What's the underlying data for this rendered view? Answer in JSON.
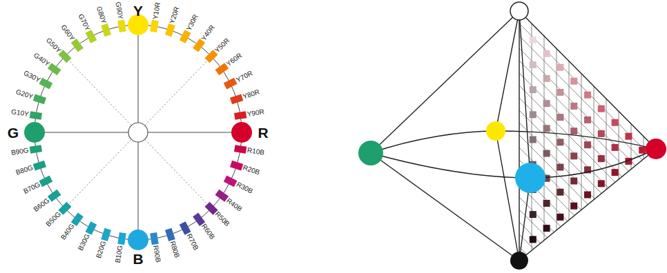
{
  "diagram": {
    "labels": [
      "Y",
      "Y10R",
      "Y20R",
      "Y30R",
      "Y40R",
      "Y50R",
      "Y60R",
      "Y70R",
      "Y80R",
      "Y90R",
      "R",
      "R10B",
      "R20B",
      "R30B",
      "R40B",
      "R50B",
      "R60B",
      "R70B",
      "R80B",
      "R90B",
      "B",
      "B10G",
      "B20G",
      "B30G",
      "B40G",
      "B50G",
      "B60G",
      "B70G",
      "B80G",
      "B90G",
      "G",
      "G10Y",
      "G20Y",
      "G30Y",
      "G40Y",
      "G50Y",
      "G60Y",
      "G70Y",
      "G80Y",
      "G90Y"
    ]
  }
}
